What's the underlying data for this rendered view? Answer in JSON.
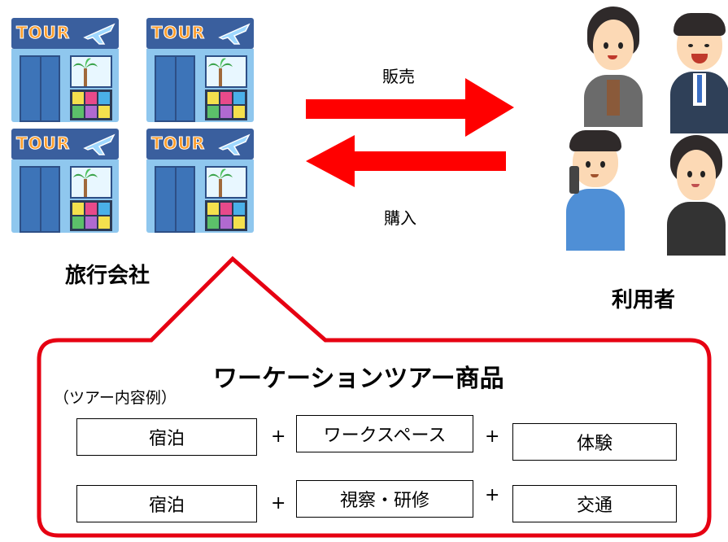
{
  "shop": {
    "sign_text": "TOUR",
    "colors": {
      "sign_bg": "#3a5f9e",
      "sign_text": "#ff9d2b",
      "body": "#8fc7ee",
      "door": "#3d74b8"
    }
  },
  "arrows": {
    "sell_label": "販売",
    "buy_label": "購入",
    "color": "#ff0000"
  },
  "labels": {
    "agency": "旅行会社",
    "users": "利用者"
  },
  "callout": {
    "border_color": "#e60012",
    "title": "ワーケーションツアー商品",
    "subtitle": "（ツアー内容例）",
    "rows": [
      {
        "items": [
          "宿泊",
          "ワークスペース",
          "体験"
        ],
        "separators": [
          "+",
          "+"
        ]
      },
      {
        "items": [
          "宿泊",
          "視察・研修",
          "交通"
        ],
        "separators": [
          "+",
          "+"
        ]
      }
    ]
  }
}
